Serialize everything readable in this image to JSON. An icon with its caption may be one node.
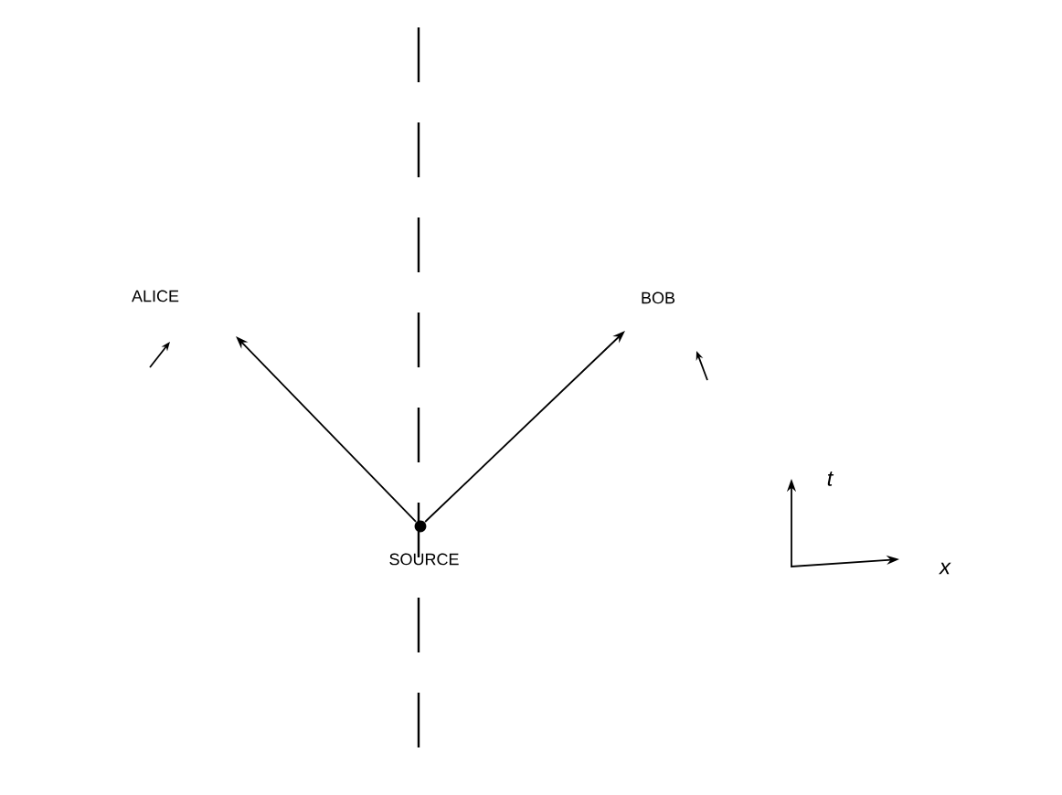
{
  "diagram": {
    "nodes": [
      {
        "text": [
          "ALICE"
        ]
      },
      {
        "text": [
          "BOB"
        ]
      },
      {
        "text": [
          "SOURCE"
        ]
      }
    ],
    "edges": [
      {
        "from": 2,
        "to": 0,
        "arrow": "to"
      },
      {
        "from": 2,
        "to": 1,
        "arrow": "to"
      }
    ],
    "labels": [
      "t",
      "x"
    ]
  }
}
